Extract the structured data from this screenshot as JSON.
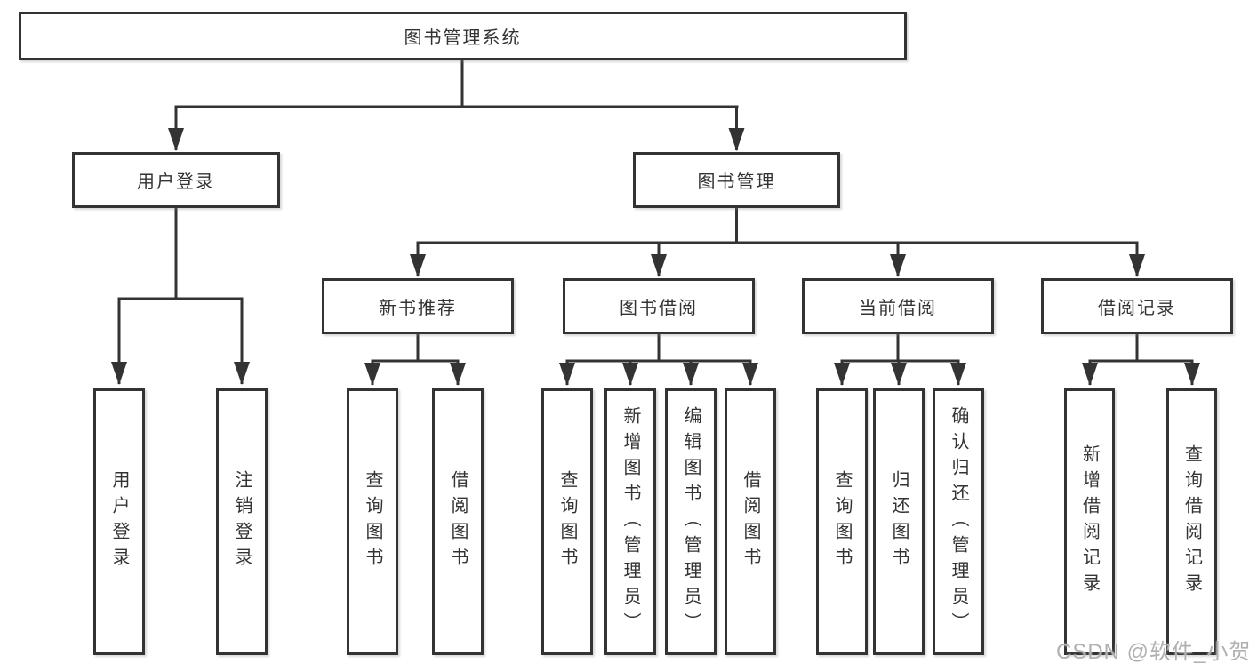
{
  "diagram": {
    "root": {
      "label": "图书管理系统"
    },
    "level2": [
      {
        "label": "用户登录"
      },
      {
        "label": "图书管理"
      }
    ],
    "level3": [
      {
        "label": "新书推荐"
      },
      {
        "label": "图书借阅"
      },
      {
        "label": "当前借阅"
      },
      {
        "label": "借阅记录"
      }
    ],
    "leaves": [
      {
        "label": "用户登录"
      },
      {
        "label": "注销登录"
      },
      {
        "label": "查询图书"
      },
      {
        "label": "借阅图书"
      },
      {
        "label": "查询图书"
      },
      {
        "label": "新增图书（管理员）"
      },
      {
        "label": "编辑图书（管理员）"
      },
      {
        "label": "借阅图书"
      },
      {
        "label": "查询图书"
      },
      {
        "label": "归还图书"
      },
      {
        "label": "确认归还（管理员）"
      },
      {
        "label": "新增借阅记录"
      },
      {
        "label": "查询借阅记录"
      }
    ],
    "watermark": "CSDN @软件_小贺同学",
    "colors": {
      "line": "#333333",
      "text": "#333333",
      "box_background": "#ffffff",
      "watermark": "#b0b0b0"
    }
  }
}
